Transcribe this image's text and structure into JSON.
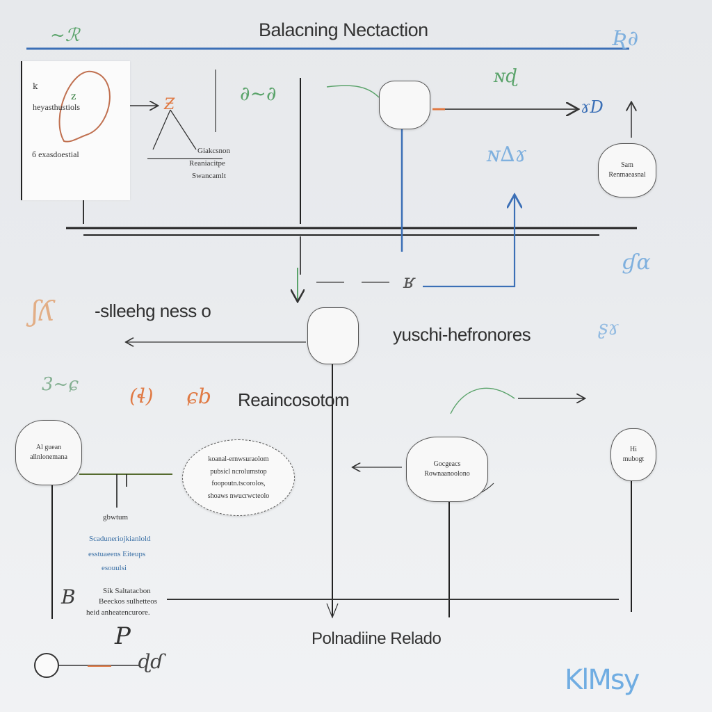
{
  "title": "Balacning Nectaction",
  "labels": {
    "sleeping": "-slleehg ness o",
    "hybrid": "уuschi-hefronores",
    "reaction": "Reaincosotom",
    "bottom": "Polnadiine Relado"
  },
  "panel": {
    "line1": "heyasthustiols",
    "line2": "б exasdoestial"
  },
  "notes": {
    "top_mid_1": "Giakcsnon",
    "top_mid_2": "Reaniacitpe",
    "top_mid_3": "Swancamlt",
    "center_1": "koanal-ernwsuraolom",
    "center_2": "pubsicl ncrolumstop",
    "center_3": "foopoutn.tscorolos,",
    "center_4": "shoaws nwucrwcteolo",
    "left_1": "gbwtum",
    "left_blue_1": "Scaduneriojkianlold",
    "left_blue_2": "esstuaeens Eiteups",
    "left_blue_3": "esouulsi",
    "left_bottom_1": "Sik Saltatacbon",
    "left_bottom_2": "Beeckos sulhetteos",
    "left_bottom_3": "heid anheatencurore."
  },
  "nodes": {
    "right_top": [
      "Sam",
      "Renmaeasnal"
    ],
    "left": [
      "Al guean",
      "allnlonemana"
    ],
    "mid": [
      "Gocgeacs",
      "Rownaanoolono"
    ],
    "right": [
      "Hi",
      "mubogt"
    ]
  },
  "logo": "KlMsy",
  "accent_colors": {
    "blue": "#3b6fb6",
    "green": "#5aa36a",
    "orange": "#e07a44",
    "dark": "#222222"
  }
}
